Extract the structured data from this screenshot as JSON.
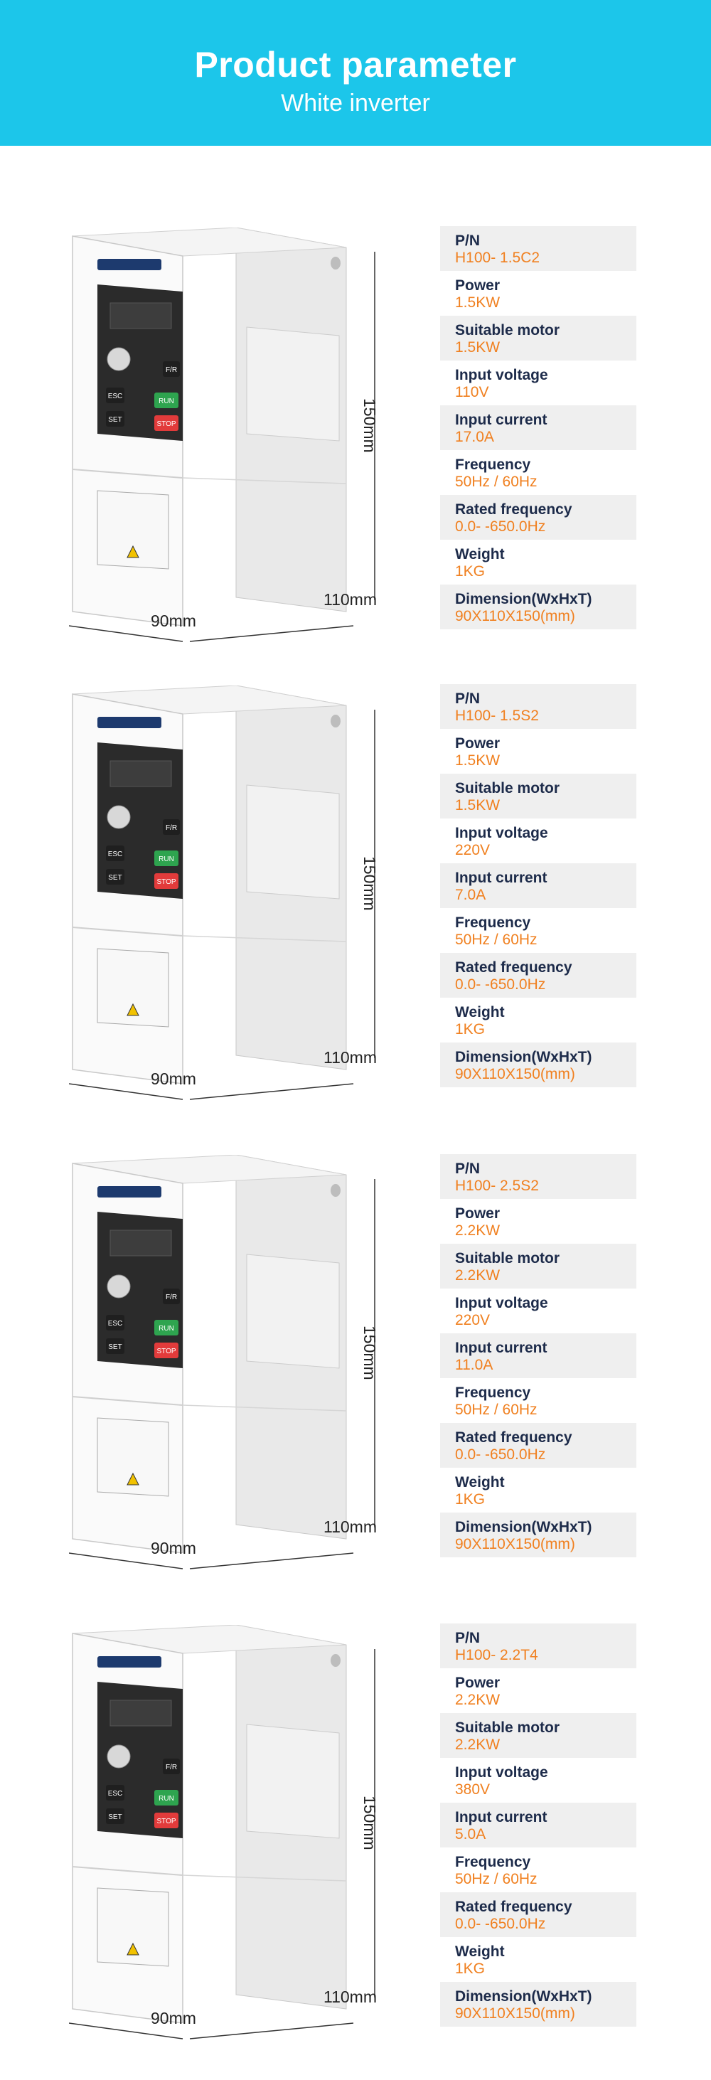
{
  "header": {
    "title": "Product parameter",
    "subtitle": "White inverter"
  },
  "colors": {
    "header_bg": "#1cc6ea",
    "label": "#1d2b4a",
    "value": "#f08020",
    "run_button": "#2ea44f",
    "stop_button": "#e23b3b"
  },
  "device_labels": {
    "height": "150mm",
    "depth": "110mm",
    "width": "90mm",
    "buttons": {
      "esc": "ESC",
      "set": "SET",
      "run": "RUN",
      "stop": "STOP",
      "fr": "F/R"
    }
  },
  "products": [
    {
      "specs": [
        {
          "label": "P/N",
          "value": "H100- 1.5C2"
        },
        {
          "label": "Power",
          "value": "1.5KW"
        },
        {
          "label": "Suitable motor",
          "value": "1.5KW"
        },
        {
          "label": "Input voltage",
          "value": "110V"
        },
        {
          "label": "Input current",
          "value": "17.0A"
        },
        {
          "label": "Frequency",
          "value": "50Hz / 60Hz"
        },
        {
          "label": "Rated frequency",
          "value": "0.0- -650.0Hz"
        },
        {
          "label": "Weight",
          "value": "1KG"
        },
        {
          "label": "Dimension(WxHxT)",
          "value": "90X110X150(mm)"
        }
      ]
    },
    {
      "specs": [
        {
          "label": "P/N",
          "value": "H100- 1.5S2"
        },
        {
          "label": "Power",
          "value": "1.5KW"
        },
        {
          "label": "Suitable motor",
          "value": "1.5KW"
        },
        {
          "label": "Input voltage",
          "value": "220V"
        },
        {
          "label": "Input current",
          "value": "7.0A"
        },
        {
          "label": "Frequency",
          "value": "50Hz / 60Hz"
        },
        {
          "label": "Rated frequency",
          "value": "0.0- -650.0Hz"
        },
        {
          "label": "Weight",
          "value": "1KG"
        },
        {
          "label": "Dimension(WxHxT)",
          "value": "90X110X150(mm)"
        }
      ]
    },
    {
      "specs": [
        {
          "label": "P/N",
          "value": "H100- 2.5S2"
        },
        {
          "label": "Power",
          "value": "2.2KW"
        },
        {
          "label": "Suitable motor",
          "value": "2.2KW"
        },
        {
          "label": "Input voltage",
          "value": "220V"
        },
        {
          "label": "Input current",
          "value": "11.0A"
        },
        {
          "label": "Frequency",
          "value": "50Hz / 60Hz"
        },
        {
          "label": "Rated frequency",
          "value": "0.0- -650.0Hz"
        },
        {
          "label": "Weight",
          "value": "1KG"
        },
        {
          "label": "Dimension(WxHxT)",
          "value": "90X110X150(mm)"
        }
      ]
    },
    {
      "specs": [
        {
          "label": "P/N",
          "value": "H100- 2.2T4"
        },
        {
          "label": "Power",
          "value": "2.2KW"
        },
        {
          "label": "Suitable motor",
          "value": "2.2KW"
        },
        {
          "label": "Input voltage",
          "value": "380V"
        },
        {
          "label": "Input current",
          "value": "5.0A"
        },
        {
          "label": "Frequency",
          "value": "50Hz / 60Hz"
        },
        {
          "label": "Rated frequency",
          "value": "0.0- -650.0Hz"
        },
        {
          "label": "Weight",
          "value": "1KG"
        },
        {
          "label": "Dimension(WxHxT)",
          "value": "90X110X150(mm)"
        }
      ]
    }
  ]
}
